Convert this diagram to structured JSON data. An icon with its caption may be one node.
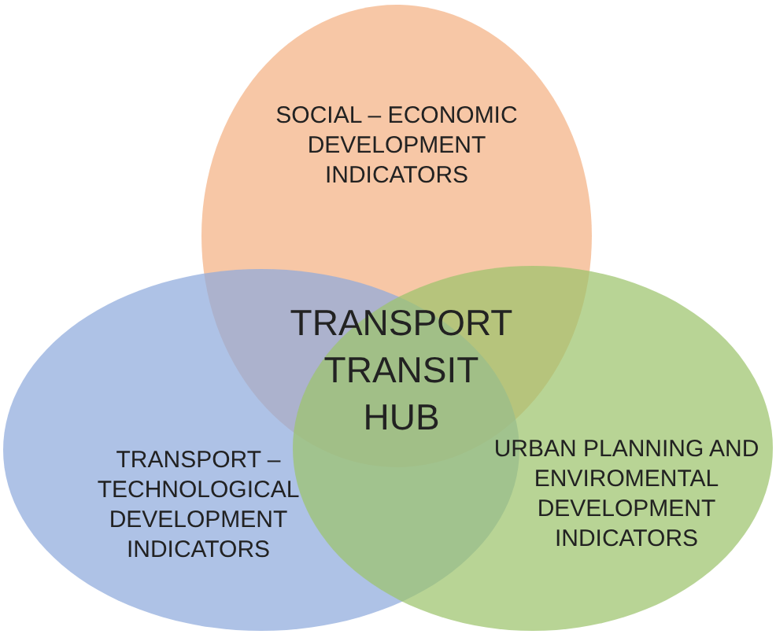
{
  "diagram": {
    "nodes": [
      {
        "text": [
          "SOCIAL – ECONOMIC DEVELOPMENT INDICATORS"
        ]
      },
      {
        "text": [
          "TRANSPORT – TECHNOLOGICAL DEVELOPMENT INDICATORS"
        ]
      },
      {
        "text": [
          "URBAN PLANNING AND ENVIROMENTAL DEVELOPMENT INDICATORS"
        ]
      }
    ],
    "edges": [],
    "labels": [
      "TRANSPORT TRANSIT HUB"
    ]
  }
}
